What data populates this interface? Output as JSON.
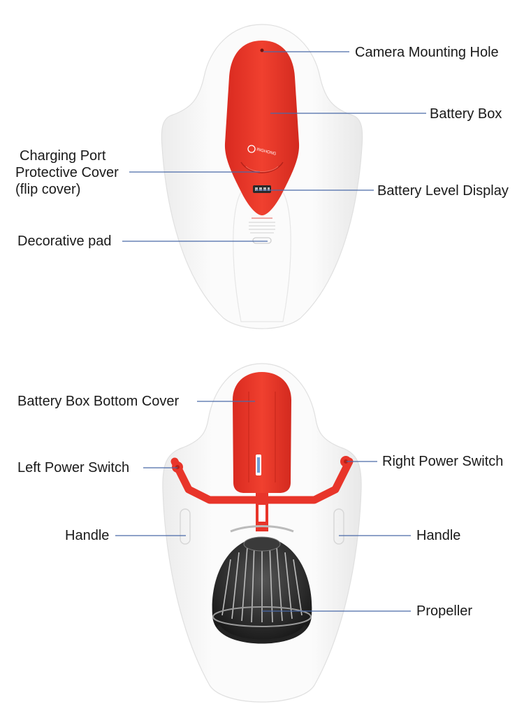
{
  "colors": {
    "accent": "#e8352a",
    "leader_line": "#4a6aa8",
    "board": "#f7f7f7",
    "board_edge": "#e2e2e2",
    "propeller": "#2b2b2b"
  },
  "top_view": {
    "brand_mark": "INGHONG",
    "labels": {
      "camera_mounting_hole": "Camera Mounting Hole",
      "battery_box": "Battery Box",
      "charging_port_line1": "Charging Port",
      "charging_port_line2": "Protective Cover",
      "charging_port_line3": "(flip cover)",
      "battery_level_display": "Battery Level Display",
      "decorative_pad": "Decorative pad"
    }
  },
  "bottom_view": {
    "labels": {
      "battery_box_bottom_cover": "Battery Box Bottom Cover",
      "left_power_switch": "Left Power Switch",
      "right_power_switch": "Right Power Switch",
      "handle_left": "Handle",
      "handle_right": "Handle",
      "propeller": "Propeller"
    }
  }
}
